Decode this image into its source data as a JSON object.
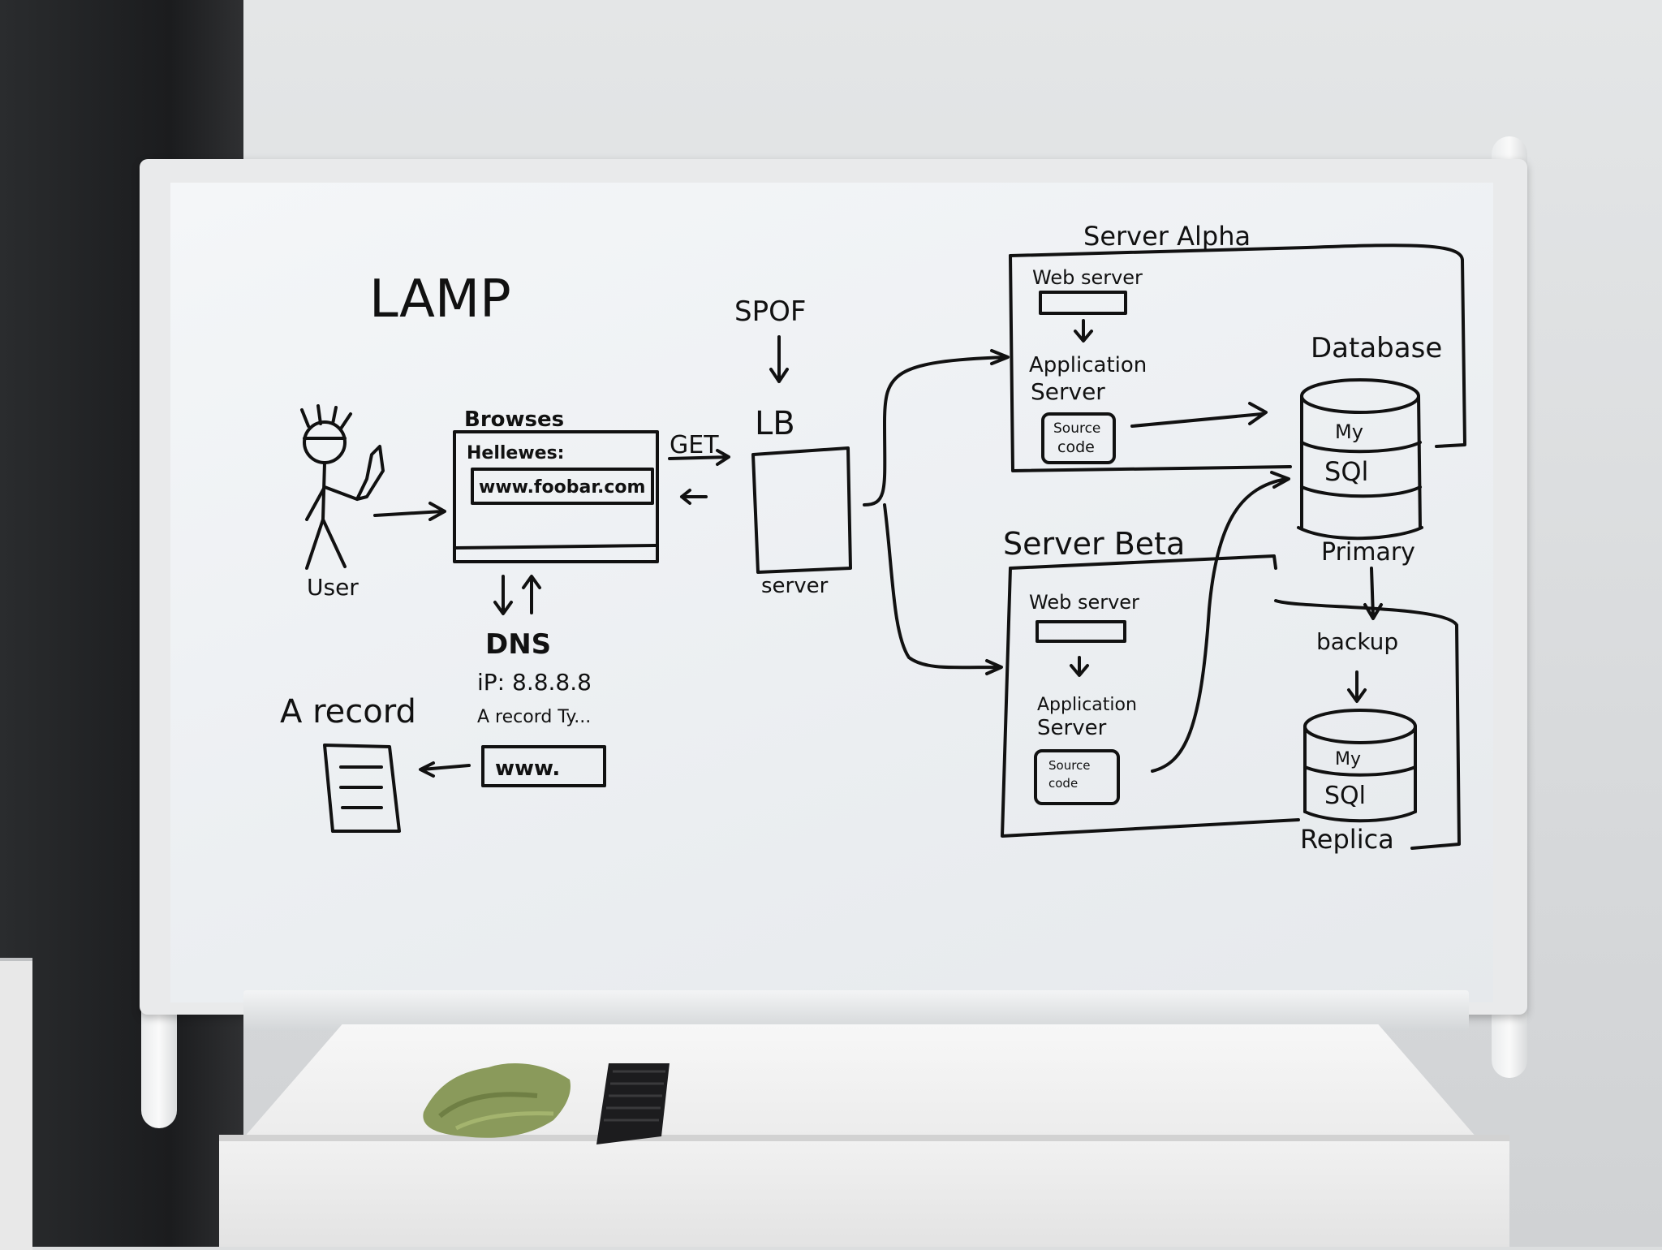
{
  "whiteboard": {
    "title": "LAMP",
    "user_label": "User",
    "browser": {
      "label": "Browses",
      "greeting": "Hellewes:",
      "url": "www.foobar.com"
    },
    "request_label": "GET",
    "spof_label": "SPOF",
    "load_balancer": {
      "label": "LB",
      "caption": "server"
    },
    "dns": {
      "label": "DNS",
      "ip": "iP: 8.8.8.8",
      "record_type": "A record Ty...",
      "box": "www."
    },
    "a_record_label": "A record",
    "server_alpha": {
      "label": "Server Alpha",
      "web_server": "Web server",
      "app_server_line1": "Application",
      "app_server_line2": "Server",
      "source_line1": "Source",
      "source_line2": "code"
    },
    "server_beta": {
      "label": "Server Beta",
      "web_server": "Web server",
      "app_server_line1": "Application",
      "app_server_line2": "Server",
      "source_line1": "Source",
      "source_line2": "code"
    },
    "database": {
      "label": "Database",
      "primary_line1": "My",
      "primary_line2": "SQl",
      "primary_caption": "Primary",
      "backup_label": "backup",
      "replica_line1": "My",
      "replica_line2": "SQl",
      "replica_caption": "Replica"
    }
  },
  "icons": {
    "stick_figure": "stick-figure-icon",
    "document": "document-icon",
    "database_cylinder": "database-icon"
  },
  "colors": {
    "marker": "#111111",
    "board": "#eef0f3",
    "pillar": "#1e1f21"
  }
}
